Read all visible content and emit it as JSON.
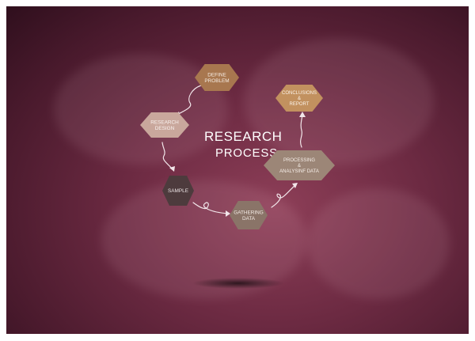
{
  "diagram": {
    "title_line1": "RESEARCH",
    "title_line2": "PROCESS",
    "steps": [
      {
        "id": "define-problem",
        "lines": [
          "DEFINE",
          "PROBLEM"
        ],
        "fill": "#a8774f",
        "text_color": "#f6ece3"
      },
      {
        "id": "research-design",
        "lines": [
          "RESEARCH",
          "DESIGN"
        ],
        "fill": "#c9a79c",
        "text_color": "#fbf4f1"
      },
      {
        "id": "sample",
        "lines": [
          "SAMPLE"
        ],
        "fill": "#4d3b3d",
        "text_color": "#ece3e4"
      },
      {
        "id": "gathering-data",
        "lines": [
          "GATHERING",
          "DATA"
        ],
        "fill": "#8a7468",
        "text_color": "#f4ece7"
      },
      {
        "id": "processing-analysing-data",
        "lines": [
          "PROCESSING",
          "&",
          "ANALYSINF DATA"
        ],
        "fill": "#9c8677",
        "text_color": "#f6eee8"
      },
      {
        "id": "conclusions-report",
        "lines": [
          "CONCLUSIONS",
          "&",
          "REPORT"
        ],
        "fill": "#c2915f",
        "text_color": "#fbf2e8"
      }
    ]
  }
}
